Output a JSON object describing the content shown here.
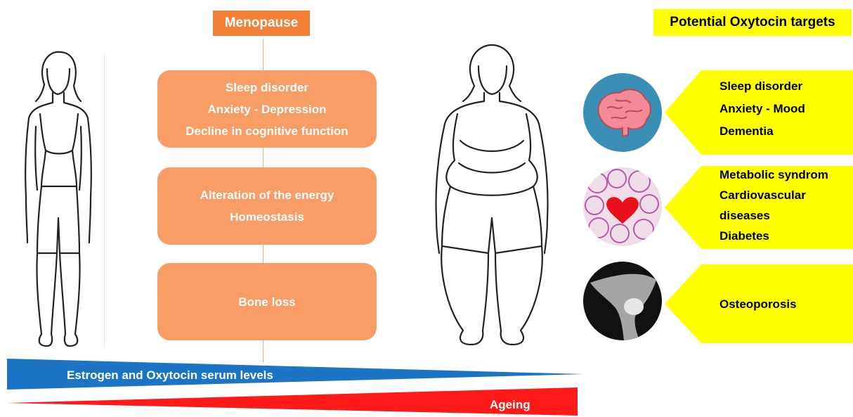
{
  "header": {
    "menopause": "Menopause",
    "targets": "Potential Oxytocin targets"
  },
  "effects": [
    {
      "lines": [
        "Sleep disorder",
        "Anxiety - Depression",
        "Decline in cognitive function"
      ]
    },
    {
      "lines": [
        "Alteration of the energy",
        "Homeostasis"
      ]
    },
    {
      "lines": [
        "Bone loss"
      ]
    }
  ],
  "targets": [
    {
      "icon": "brain-icon",
      "lines": [
        "Sleep disorder",
        "Anxiety - Mood",
        "Dementia"
      ]
    },
    {
      "icon": "adipose-heart-icon",
      "lines": [
        "Metabolic syndrom",
        "Cardiovascular",
        "diseases",
        "Diabetes"
      ]
    },
    {
      "icon": "hip-xray-icon",
      "lines": [
        "Osteoporosis"
      ]
    }
  ],
  "wedges": {
    "hormones": "Estrogen and Oxytocin serum levels",
    "ageing": "Ageing"
  },
  "colors": {
    "orange": "#f47f36",
    "box": "#f79d65",
    "yellow": "#ffff00",
    "blue": "#1c74c4",
    "red": "#ff1a1a"
  }
}
